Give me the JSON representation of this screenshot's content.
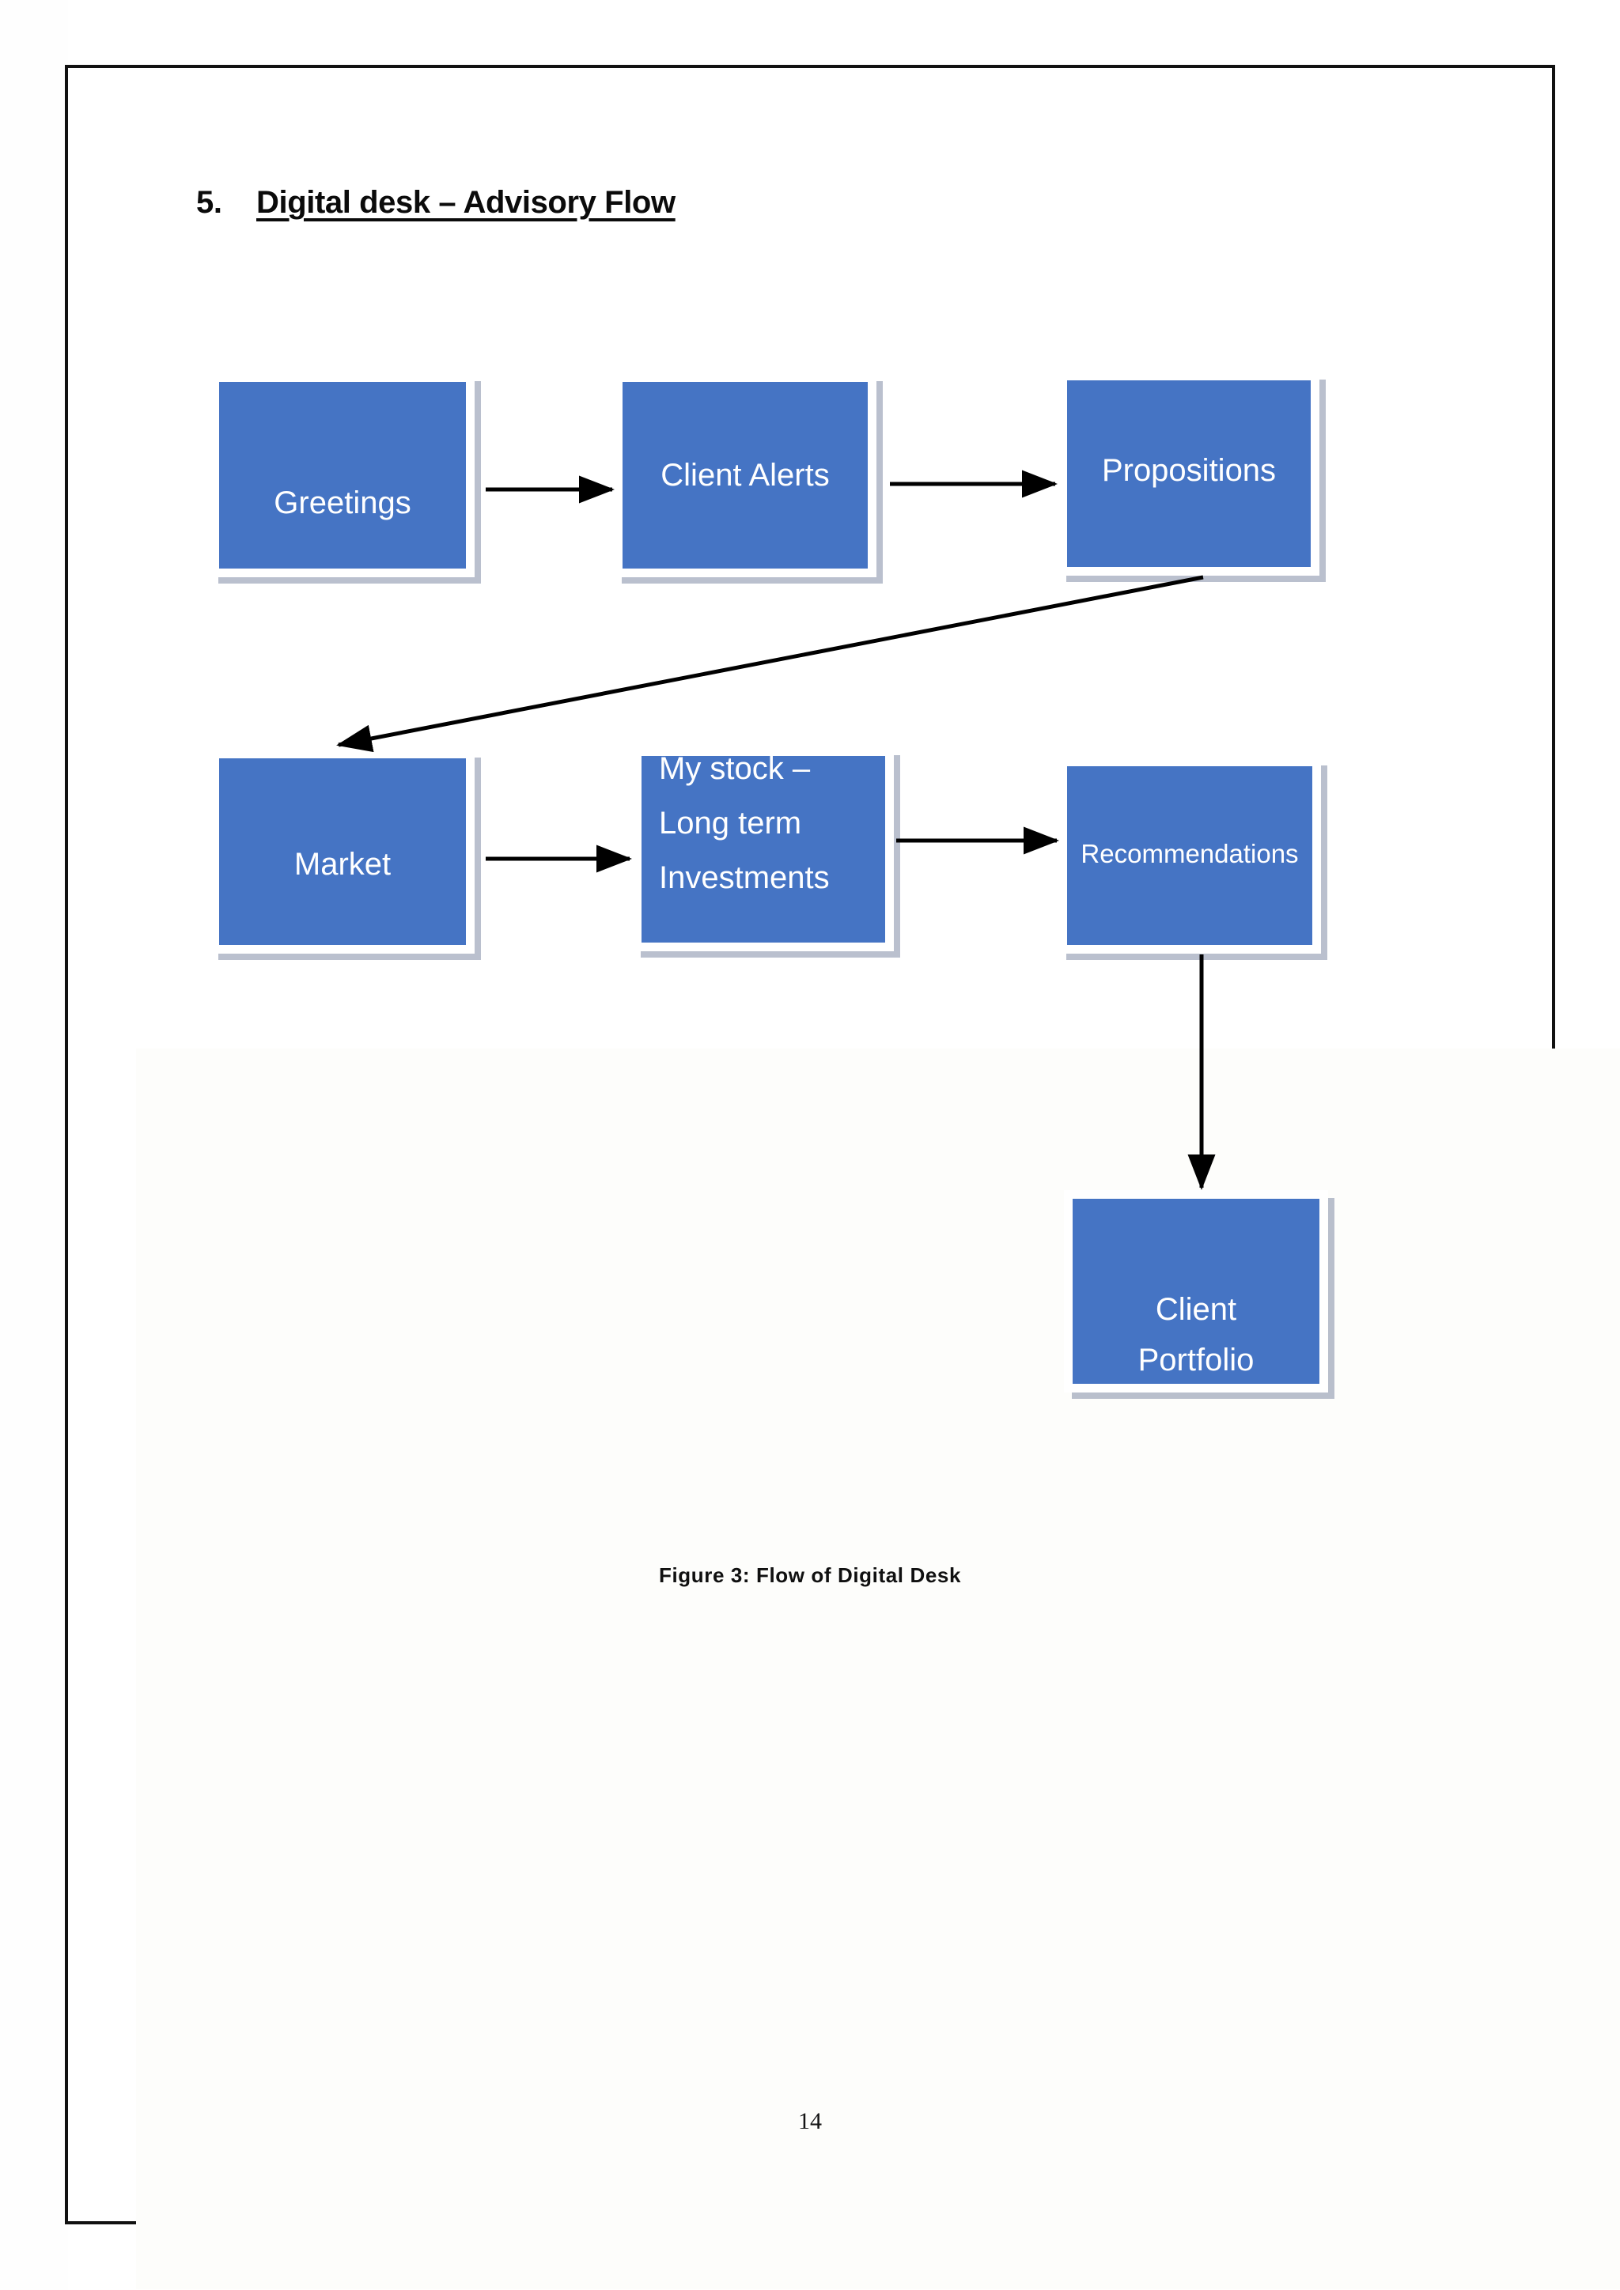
{
  "document": {
    "page_number": "14",
    "heading": {
      "number": "5.",
      "title": "Digital desk – Advisory Flow"
    },
    "figure_caption": "Figure 3: Flow of Digital Desk"
  },
  "colors": {
    "box_fill": "#4574c4",
    "box_border": "#ffffff",
    "box_shadow": "#828ca5",
    "text_on_box": "#ffffff",
    "connector": "#000000",
    "page_border": "#111111"
  },
  "diagram": {
    "nodes": [
      {
        "id": "greetings",
        "label": "Greetings"
      },
      {
        "id": "client-alerts",
        "label": "Client Alerts"
      },
      {
        "id": "propositions",
        "label": "Propositions"
      },
      {
        "id": "market",
        "label": "Market"
      },
      {
        "id": "my-stock",
        "label_lines": [
          "My stock –",
          "Long term",
          "Investments"
        ]
      },
      {
        "id": "recommendations",
        "label": "Recommendations"
      },
      {
        "id": "client-portfolio",
        "label_lines": [
          "Client",
          "Portfolio"
        ]
      }
    ],
    "edges": [
      {
        "from": "greetings",
        "to": "client-alerts",
        "style": "horizontal-arrow"
      },
      {
        "from": "client-alerts",
        "to": "propositions",
        "style": "horizontal-arrow"
      },
      {
        "from": "propositions",
        "to": "market",
        "style": "diagonal-arrow"
      },
      {
        "from": "market",
        "to": "my-stock",
        "style": "horizontal-arrow"
      },
      {
        "from": "my-stock",
        "to": "recommendations",
        "style": "horizontal-arrow"
      },
      {
        "from": "recommendations",
        "to": "client-portfolio",
        "style": "vertical-arrow"
      }
    ]
  }
}
